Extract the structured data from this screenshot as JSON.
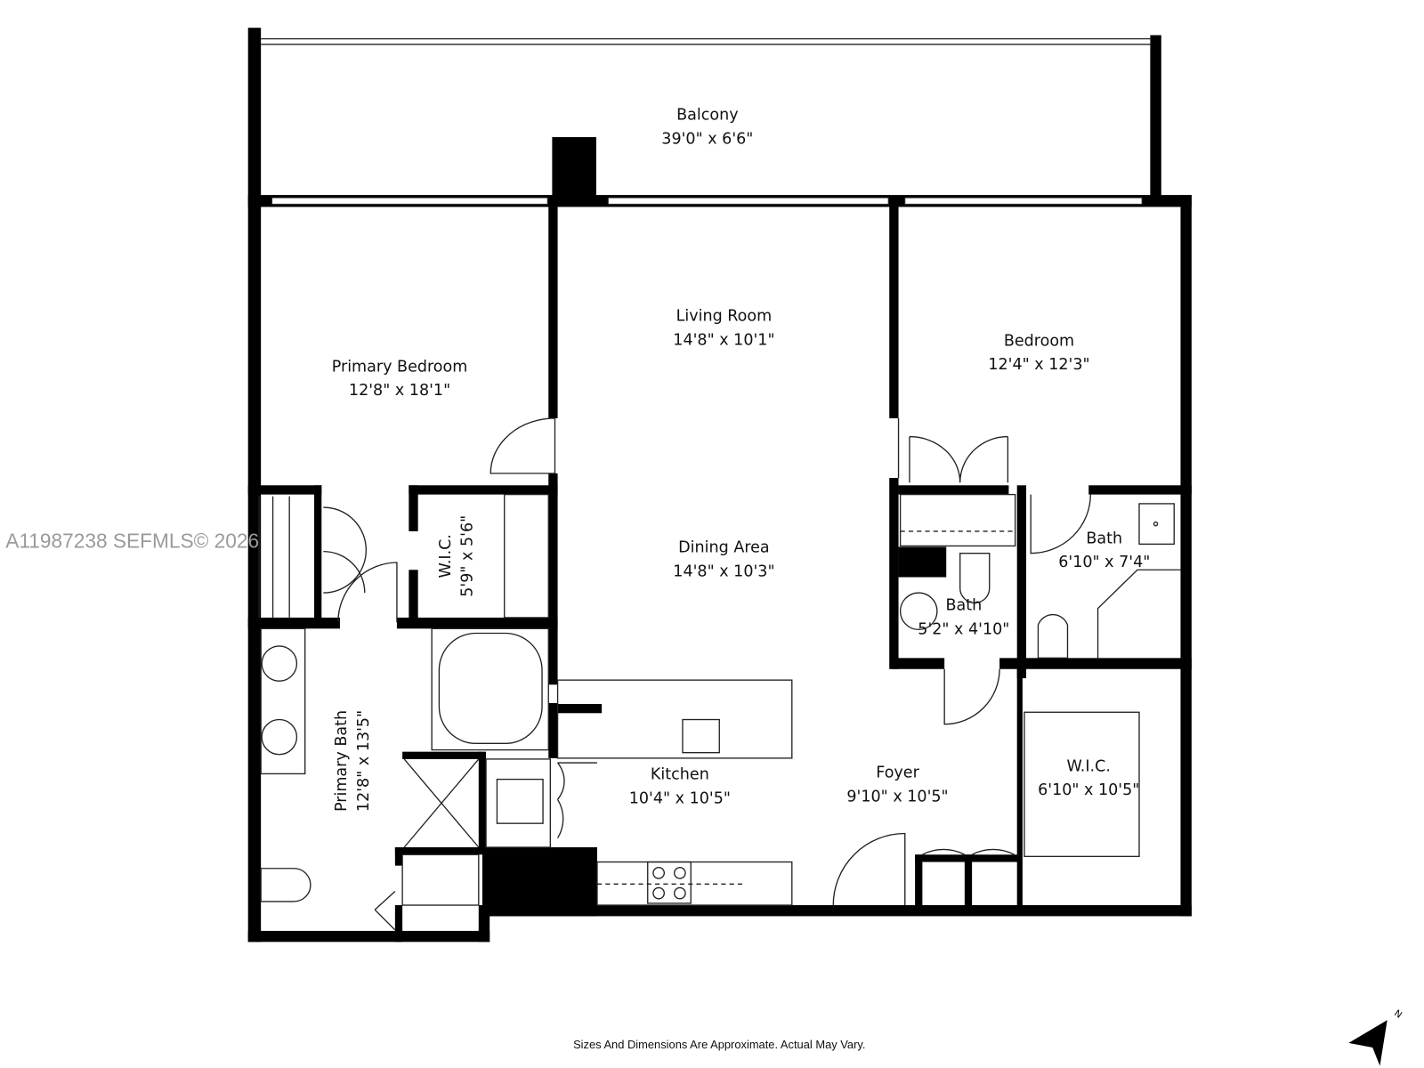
{
  "rooms": {
    "balcony": {
      "name": "Balcony",
      "size": "39'0\" x 6'6\""
    },
    "living_room": {
      "name": "Living Room",
      "size": "14'8\" x 10'1\""
    },
    "primary_bedroom": {
      "name": "Primary Bedroom",
      "size": "12'8\" x 18'1\""
    },
    "bedroom": {
      "name": "Bedroom",
      "size": "12'4\" x 12'3\""
    },
    "primary_wic": {
      "name": "W.I.C.",
      "size": "5'9\" x 5'6\""
    },
    "dining_area": {
      "name": "Dining Area",
      "size": "14'8\" x 10'3\""
    },
    "bath_1": {
      "name": "Bath",
      "size": "6'10\" x 7'4\""
    },
    "bath_2": {
      "name": "Bath",
      "size": "5'2\" x 4'10\""
    },
    "primary_bath": {
      "name": "Primary Bath",
      "size": "12'8\" x 13'5\""
    },
    "kitchen": {
      "name": "Kitchen",
      "size": "10'4\" x 10'5\""
    },
    "foyer": {
      "name": "Foyer",
      "size": "9'10\" x 10'5\""
    },
    "wic_2": {
      "name": "W.I.C.",
      "size": "6'10\" x 10'5\""
    }
  },
  "watermark": "A11987238  SEFMLS© 2026",
  "footnote": "Sizes And Dimensions Are Approximate. Actual May Vary.",
  "compass": {
    "label": "N",
    "icon": "north-arrow-icon"
  }
}
